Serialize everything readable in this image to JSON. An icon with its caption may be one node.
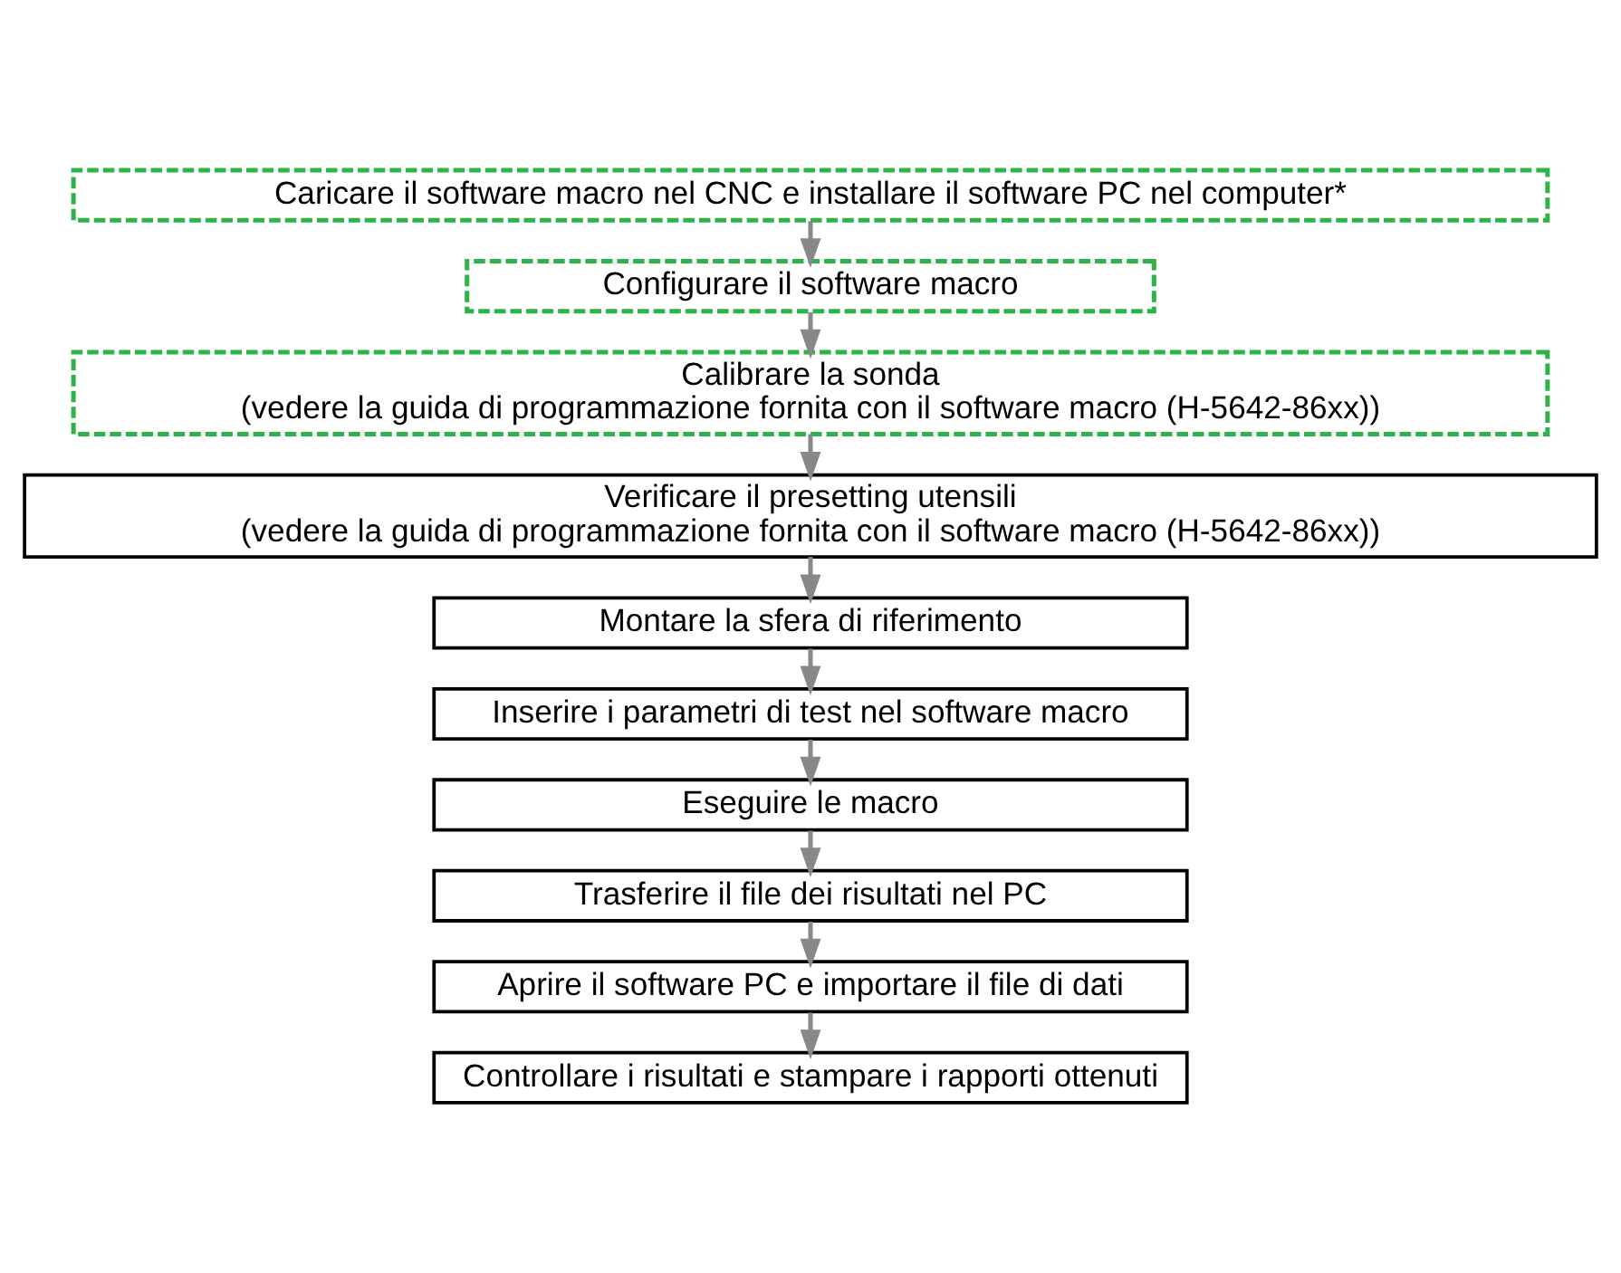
{
  "diagram": {
    "nodes": [
      {
        "text": [
          "Caricare il software macro nel CNC e installare il software PC nel computer*"
        ]
      },
      {
        "text": [
          "Configurare il software macro"
        ]
      },
      {
        "text": [
          "Calibrare la sonda",
          "(vedere la guida di programmazione fornita con il software macro (H-5642-86xx))"
        ]
      },
      {
        "text": [
          "Verificare il presetting utensili",
          "(vedere la guida di programmazione fornita con il software macro (H-5642-86xx))"
        ]
      },
      {
        "text": [
          "Montare la sfera di riferimento"
        ]
      },
      {
        "text": [
          "Inserire i parametri di test nel software macro"
        ]
      },
      {
        "text": [
          "Eseguire le macro"
        ]
      },
      {
        "text": [
          "Trasferire il file dei risultati nel PC"
        ]
      },
      {
        "text": [
          "Aprire il software PC e importare il file di dati"
        ]
      },
      {
        "text": [
          "Controllare i risultati e stampare i rapporti ottenuti"
        ]
      }
    ],
    "edges": [
      {
        "from": 0,
        "to": 1,
        "arrow": "to"
      },
      {
        "from": 1,
        "to": 2,
        "arrow": "to"
      },
      {
        "from": 2,
        "to": 3,
        "arrow": "to"
      },
      {
        "from": 3,
        "to": 4,
        "arrow": "to"
      },
      {
        "from": 4,
        "to": 5,
        "arrow": "to"
      },
      {
        "from": 5,
        "to": 6,
        "arrow": "to"
      },
      {
        "from": 6,
        "to": 7,
        "arrow": "to"
      },
      {
        "from": 7,
        "to": 8,
        "arrow": "to"
      },
      {
        "from": 8,
        "to": 9,
        "arrow": "to"
      }
    ]
  }
}
